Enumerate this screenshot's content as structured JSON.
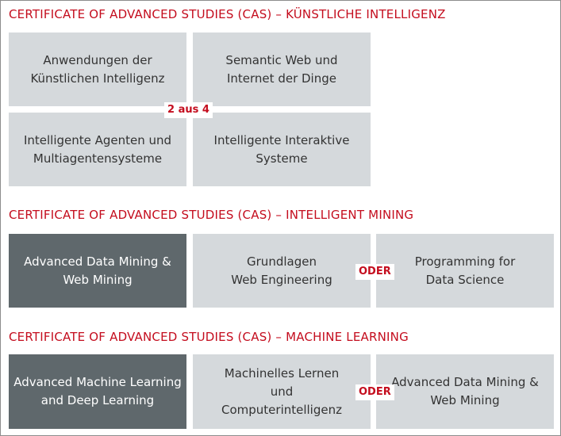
{
  "sections": [
    {
      "title": "CERTIFICATE OF ADVANCED STUDIES (CAS) – KÜNSTLICHE INTELLIGENZ",
      "boxes": [
        "Anwendungen der\nKünstlichen Intelligenz",
        "Semantic Web und\nInternet der Dinge",
        "Intelligente Agenten und\nMultiagentensysteme",
        "Intelligente Interaktive\nSysteme"
      ],
      "badge": "2 aus 4"
    },
    {
      "title": "CERTIFICATE OF ADVANCED STUDIES (CAS) – INTELLIGENT MINING",
      "boxes": [
        "Advanced Data Mining &\nWeb Mining",
        "Grundlagen\nWeb Engineering",
        "Programming for\nData Science"
      ],
      "badge": "ODER"
    },
    {
      "title": "CERTIFICATE OF ADVANCED STUDIES (CAS) – MACHINE LEARNING",
      "boxes": [
        "Advanced Machine Learning\nand Deep Learning",
        "Machinelles Lernen\nund\nComputerintelligenz",
        "Advanced Data Mining &\nWeb Mining"
      ],
      "badge": "ODER"
    }
  ],
  "colors": {
    "accent": "#c40d1e",
    "box_light": "#d5d9dc",
    "box_dark": "#5f686c"
  }
}
